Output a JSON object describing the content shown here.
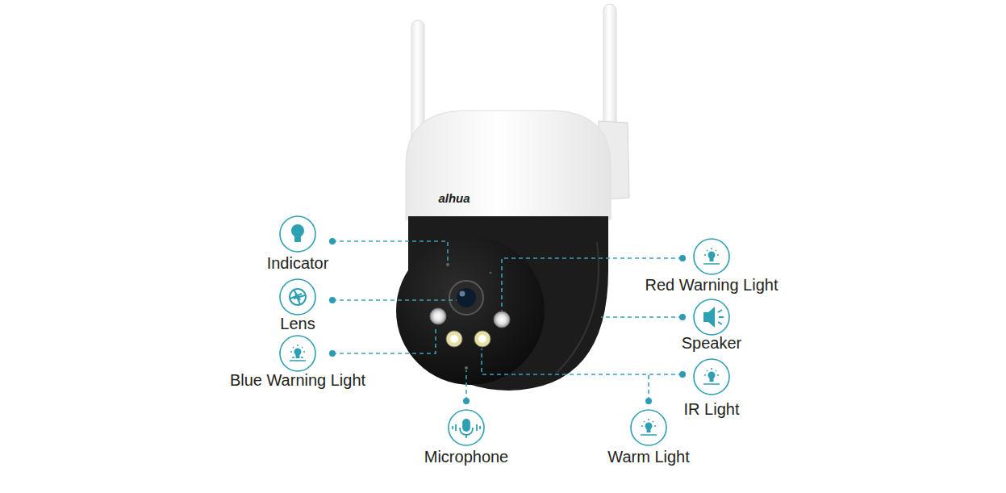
{
  "diagram": {
    "labels": [
      "alhua",
      "Indicator",
      "Lens",
      "Blue Warning Light",
      "Red Warning Light",
      "Speaker",
      "IR Light",
      "Microphone",
      "Warm Light"
    ]
  }
}
